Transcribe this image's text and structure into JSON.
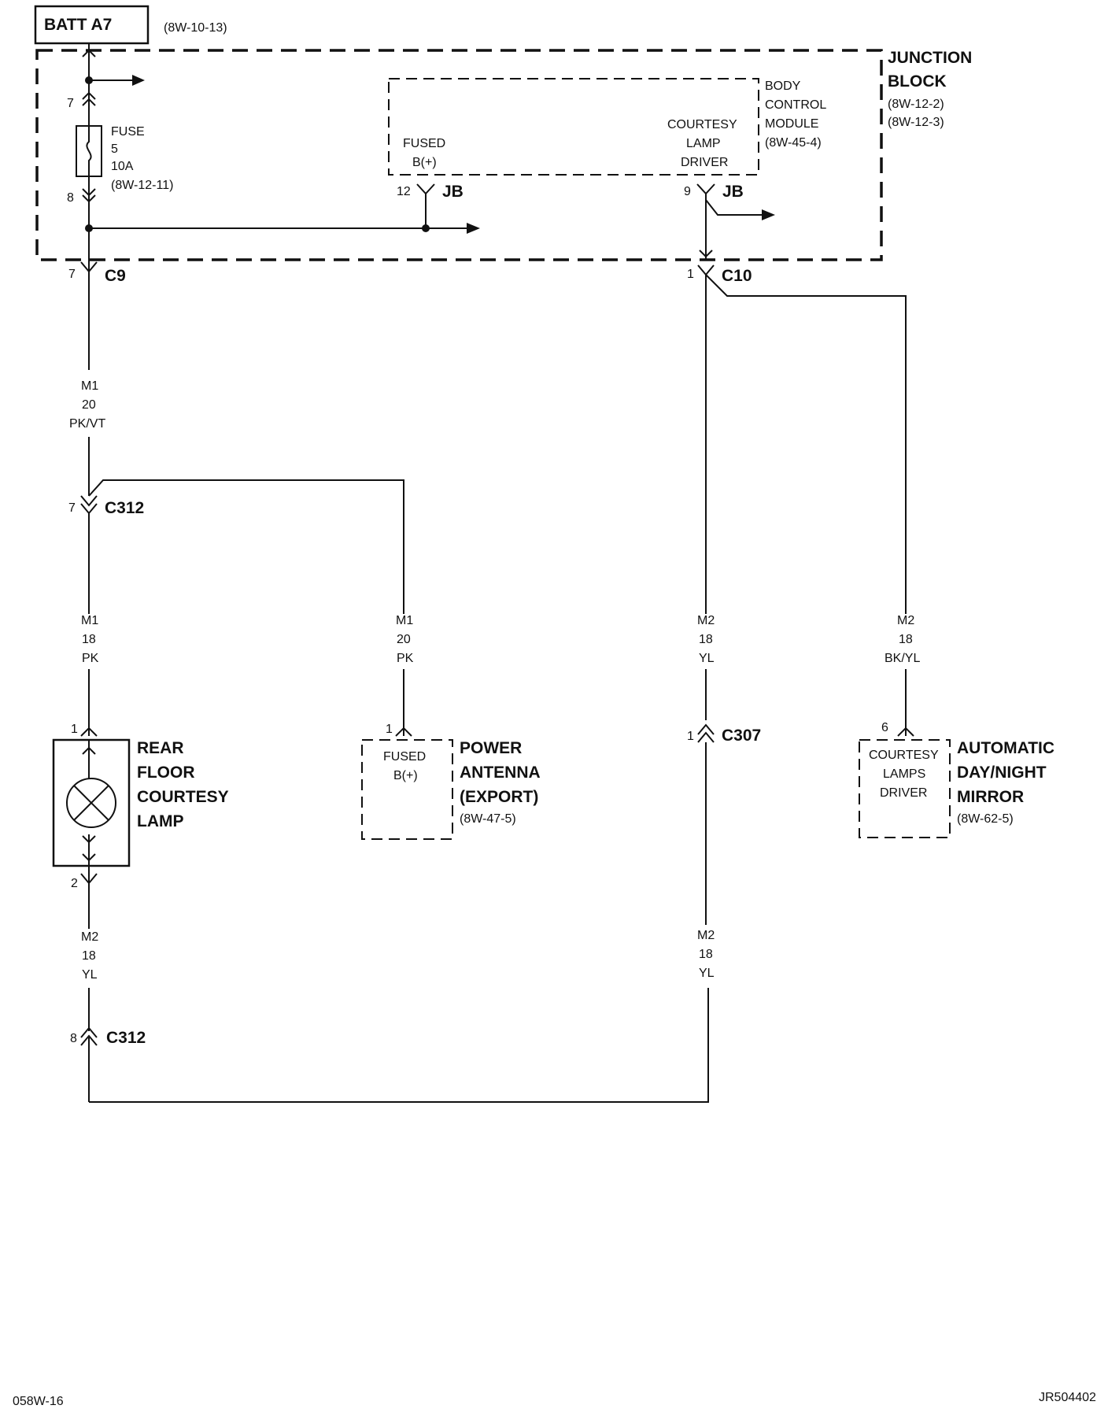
{
  "header": {
    "batt_label": "BATT A7",
    "batt_ref": "(8W-10-13)"
  },
  "junction_block": {
    "title_line1": "JUNCTION",
    "title_line2": "BLOCK",
    "ref1": "(8W-12-2)",
    "ref2": "(8W-12-3)",
    "fuse": {
      "pin_top": "7",
      "pin_bottom": "8",
      "label": "FUSE",
      "number": "5",
      "rating": "10A",
      "ref": "(8W-12-11)"
    }
  },
  "bcm": {
    "line1": "BODY",
    "line2": "CONTROL",
    "line3": "MODULE",
    "ref": "(8W-45-4)",
    "fused_line1": "FUSED",
    "fused_line2": "B(+)",
    "driver_line1": "COURTESY",
    "driver_line2": "LAMP",
    "driver_line3": "DRIVER",
    "pin_fused": "12",
    "pin_driver": "9",
    "jb_label": "JB"
  },
  "connectors": {
    "c9": {
      "pin": "7",
      "name": "C9"
    },
    "c10": {
      "pin": "1",
      "name": "C10"
    },
    "c312_top": {
      "pin": "7",
      "name": "C312"
    },
    "c312_bottom": {
      "pin": "8",
      "name": "C312"
    },
    "c307": {
      "pin": "1",
      "name": "C307"
    }
  },
  "wires": {
    "w_c9": {
      "circuit": "M1",
      "gauge": "20",
      "color": "PK/VT"
    },
    "w_lamp_top": {
      "circuit": "M1",
      "gauge": "18",
      "color": "PK"
    },
    "w_antenna": {
      "circuit": "M1",
      "gauge": "20",
      "color": "PK"
    },
    "w_c10_upper": {
      "circuit": "M2",
      "gauge": "18",
      "color": "YL"
    },
    "w_mirror": {
      "circuit": "M2",
      "gauge": "18",
      "color": "BK/YL"
    },
    "w_lamp_bottom": {
      "circuit": "M2",
      "gauge": "18",
      "color": "YL"
    },
    "w_c307_lower": {
      "circuit": "M2",
      "gauge": "18",
      "color": "YL"
    }
  },
  "lamp": {
    "pin_top": "1",
    "pin_bottom": "2",
    "line1": "REAR",
    "line2": "FLOOR",
    "line3": "COURTESY",
    "line4": "LAMP"
  },
  "antenna": {
    "pin": "1",
    "inner1": "FUSED",
    "inner2": "B(+)",
    "line1": "POWER",
    "line2": "ANTENNA",
    "line3": "(EXPORT)",
    "ref": "(8W-47-5)"
  },
  "mirror": {
    "pin": "6",
    "inner1": "COURTESY",
    "inner2": "LAMPS",
    "inner3": "DRIVER",
    "line1": "AUTOMATIC",
    "line2": "DAY/NIGHT",
    "line3": "MIRROR",
    "ref": "(8W-62-5)"
  },
  "footer": {
    "left": "058W-16",
    "right": "JR504402"
  }
}
